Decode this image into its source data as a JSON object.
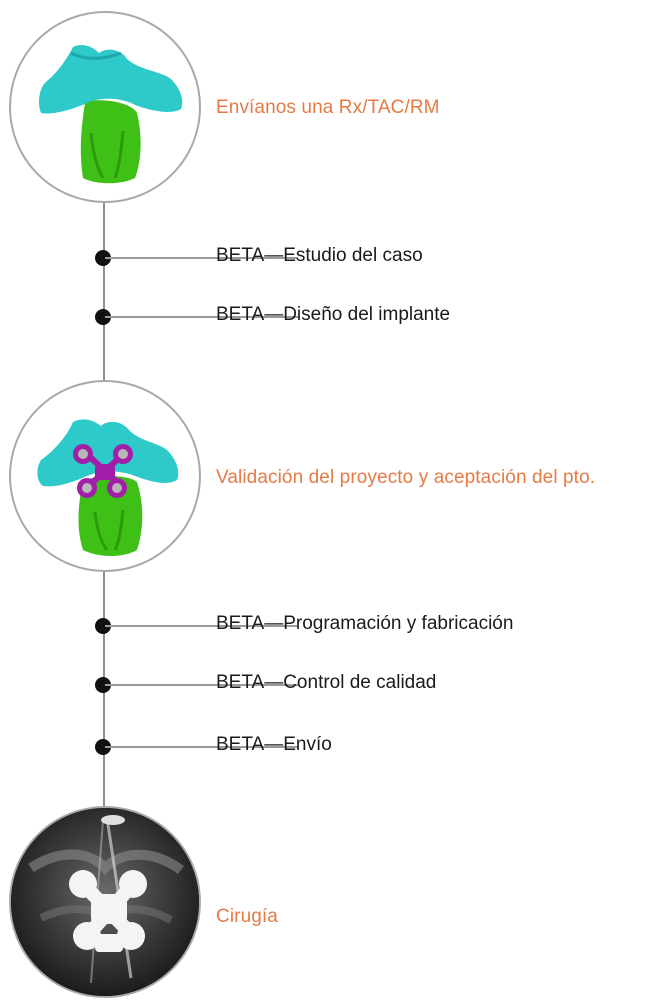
{
  "milestones": [
    {
      "label": "Envíanos una Rx/TAC/RM",
      "image": "vertebra-model"
    },
    {
      "label": "Validación del proyecto y aceptación del pto.",
      "image": "vertebra-with-implant"
    },
    {
      "label": "Cirugía",
      "image": "xray-implant"
    }
  ],
  "steps": [
    {
      "label": "BETA—Estudio del caso"
    },
    {
      "label": "BETA—Diseño del implante"
    },
    {
      "label": "BETA—Programación y fabricación"
    },
    {
      "label": "BETA—Control de calidad"
    },
    {
      "label": "BETA—Envío"
    }
  ],
  "colors": {
    "accent": "#e57a45",
    "bone_cyan": "#2ec9c9",
    "bone_green": "#3ec016",
    "implant_purple": "#a21ea9",
    "line": "#909090",
    "dot": "#111111"
  }
}
